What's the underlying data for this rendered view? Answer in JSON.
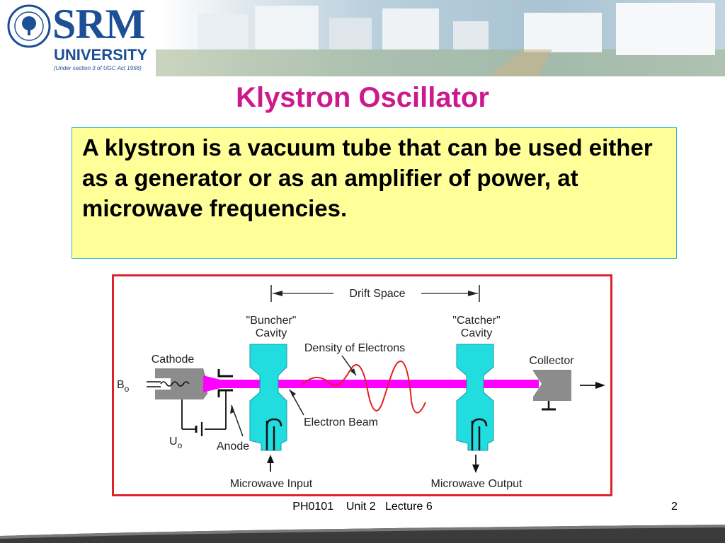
{
  "header": {
    "logo_name": "SRM",
    "logo_subtitle": "UNIVERSITY",
    "logo_note": "(Under section 3 of UGC Act 1956)",
    "seal_icon": "university-seal-icon"
  },
  "slide": {
    "title": "Klystron Oscillator",
    "definition": "A klystron is a vacuum tube that can be used either as a generator or as an amplifier of power, at microwave frequencies."
  },
  "diagram": {
    "labels": {
      "drift_space": "Drift Space",
      "buncher_line1": "\"Buncher\"",
      "buncher_line2": "Cavity",
      "catcher_line1": "\"Catcher\"",
      "catcher_line2": "Cavity",
      "density": "Density of Electrons",
      "cathode": "Cathode",
      "collector": "Collector",
      "b_main": "B",
      "b_sub": "o",
      "u_main": "U",
      "u_sub": "o",
      "anode": "Anode",
      "electron_beam": "Electron Beam",
      "microwave_input": "Microwave Input",
      "microwave_output": "Microwave Output"
    },
    "colors": {
      "frame": "#e0202a",
      "beam": "#ff00ff",
      "cavity": "#22dde0",
      "wave": "#e02020",
      "metal": "#8c8c8c"
    }
  },
  "footer": {
    "course": "PH0101    Unit 2   Lecture 6",
    "page": "2"
  }
}
